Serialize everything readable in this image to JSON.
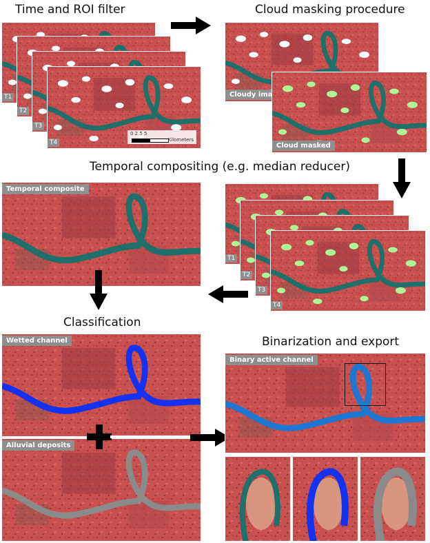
{
  "titles": {
    "time_roi": "Time and ROI filter",
    "cloud_masking": "Cloud masking procedure",
    "temporal_compositing": "Temporal compositing (e.g. median reducer)",
    "classification": "Classification",
    "binarization": "Binarization and export"
  },
  "time_steps": [
    "T1",
    "T2",
    "T3",
    "T4"
  ],
  "scalebar": {
    "ticks": "0      2.5      5",
    "unit": "Kilometers"
  },
  "panel_labels": {
    "cloudy": "Cloudy image",
    "cloud_masked": "Cloud masked",
    "temporal_composite": "Temporal composite",
    "wetted": "Wetted channel",
    "alluvial": "Alluvial deposits",
    "binary": "Binary active channel"
  },
  "colors": {
    "land": "#c8504f",
    "river": "#1f6f6a",
    "cloud": "#ffffff",
    "mask": "#aef59a",
    "wetted": "#1432f0",
    "deposit": "#8a8a8a",
    "binary": "#1e78d2",
    "tag_bg": "#8f8f8f"
  }
}
